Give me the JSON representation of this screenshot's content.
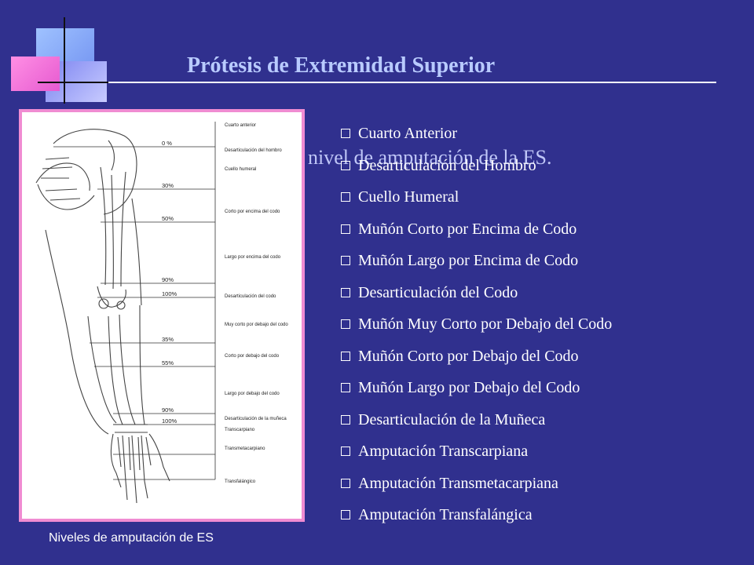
{
  "title": "Prótesis de Extremidad Superior",
  "background_color": "#30308e",
  "title_color": "#b9cbff",
  "figure_border_color": "#f08cd2",
  "ghost_text": "nivel de amputación de la ES.",
  "caption": "Niveles de amputación de ES",
  "checkbox_icon": "empty-square-icon",
  "levels": [
    "Cuarto Anterior",
    "Desarticulación del Hombro",
    "Cuello Humeral",
    "Muñón Corto por Encima de Codo",
    "Muñón Largo por Encima de Codo",
    "Desarticulación del Codo",
    "Muñón Muy Corto por Debajo del Codo",
    "Muñón Corto por Debajo del Codo",
    "Muñón Largo por Debajo del Codo",
    "Desarticulación de la Muñeca",
    "Amputación Transcarpiana",
    "Amputación Transmetacarpiana",
    "Amputación Transfalángica"
  ],
  "figure": {
    "percent_labels": [
      "0 %",
      "30%",
      "50%",
      "90%",
      "100%",
      "35%",
      "55%",
      "90%",
      "100%"
    ],
    "level_labels": [
      "Cuarto anterior",
      "Desarticulación del hombro",
      "Cuello humeral",
      "Corto por encima del codo",
      "Largo por encima del codo",
      "Desarticulación del codo",
      "Muy corto por debajo del codo",
      "Corto por debajo del codo",
      "Largo por debajo del codo",
      "Desarticulación de la muñeca",
      "Transcarpiano",
      "Transmetacarpiano",
      "Transfalángico"
    ]
  }
}
